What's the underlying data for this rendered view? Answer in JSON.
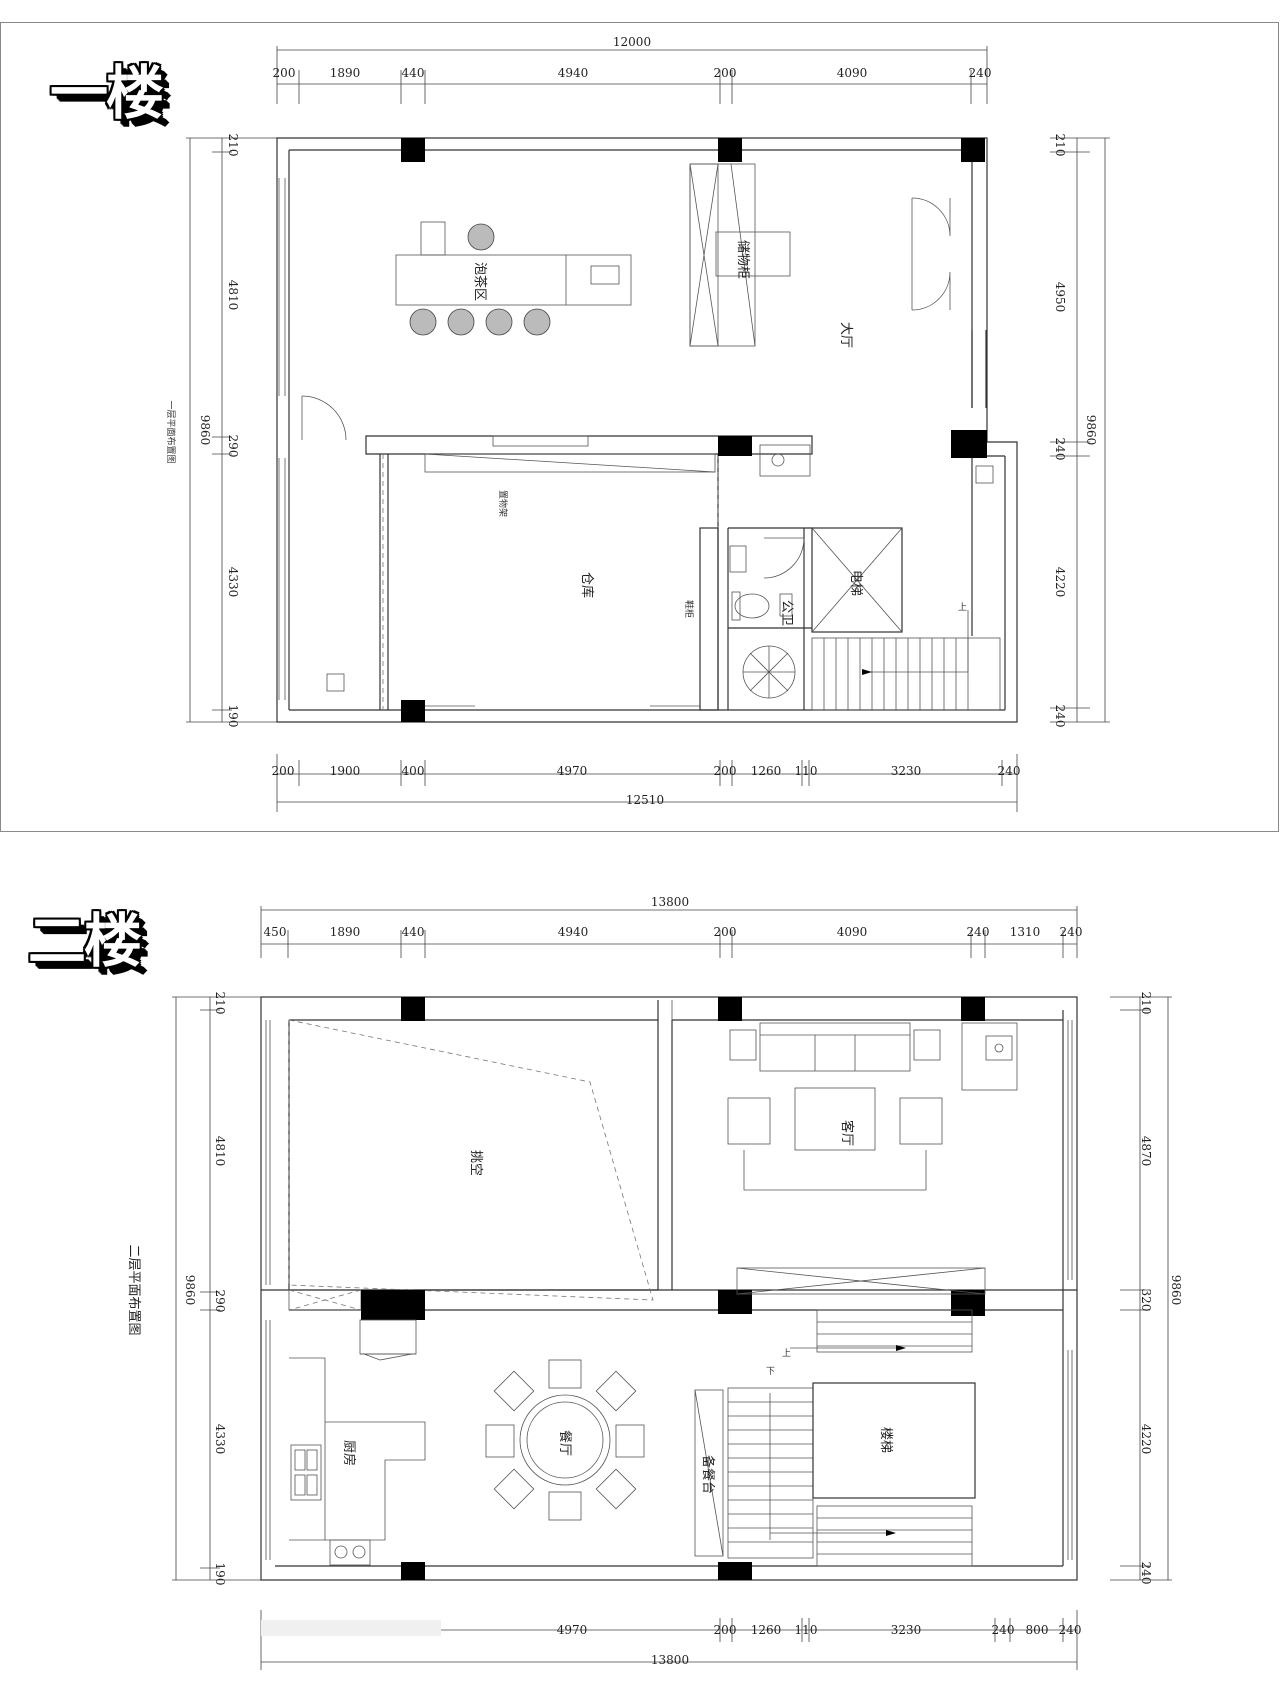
{
  "floor1": {
    "title": "一楼",
    "caption": "一层平面布置图",
    "rooms": {
      "tea": "泡茶区",
      "cabinet": "储物柜",
      "hall": "大厅",
      "shelf": "置物架",
      "warehouse": "仓库",
      "shoe": "鞋柜",
      "wc": "公卫",
      "elevator": "电梯",
      "up": "上"
    },
    "top_total": "12000",
    "top": [
      "200",
      "1890",
      "440",
      "4940",
      "200",
      "4090",
      "240"
    ],
    "bottom_total": "12510",
    "bottom": [
      "200",
      "1900",
      "400",
      "4970",
      "200",
      "1260",
      "110",
      "3230",
      "240"
    ],
    "left_total": "9860",
    "left": [
      "210",
      "4810",
      "290",
      "4330",
      "190"
    ],
    "right_total": "9860",
    "right": [
      "210",
      "4950",
      "240",
      "4220",
      "240"
    ]
  },
  "floor2": {
    "title": "二楼",
    "caption": "二层平面布置图",
    "rooms": {
      "void": "挑空",
      "living": "客厅",
      "kitchen": "厨房",
      "dining": "餐厅",
      "sideboard": "备餐台",
      "stairs": "楼梯",
      "up": "上",
      "down": "下"
    },
    "top_total": "13800",
    "top": [
      "450",
      "1890",
      "440",
      "4940",
      "200",
      "4090",
      "240",
      "1310",
      "240"
    ],
    "bottom_total": "13800",
    "bottom": [
      "4970",
      "200",
      "1260",
      "110",
      "3230",
      "240",
      "800",
      "240"
    ],
    "left_total": "9860",
    "left": [
      "210",
      "4810",
      "290",
      "4330",
      "190"
    ],
    "right_total": "9860",
    "right": [
      "210",
      "4870",
      "320",
      "4220",
      "240"
    ]
  }
}
